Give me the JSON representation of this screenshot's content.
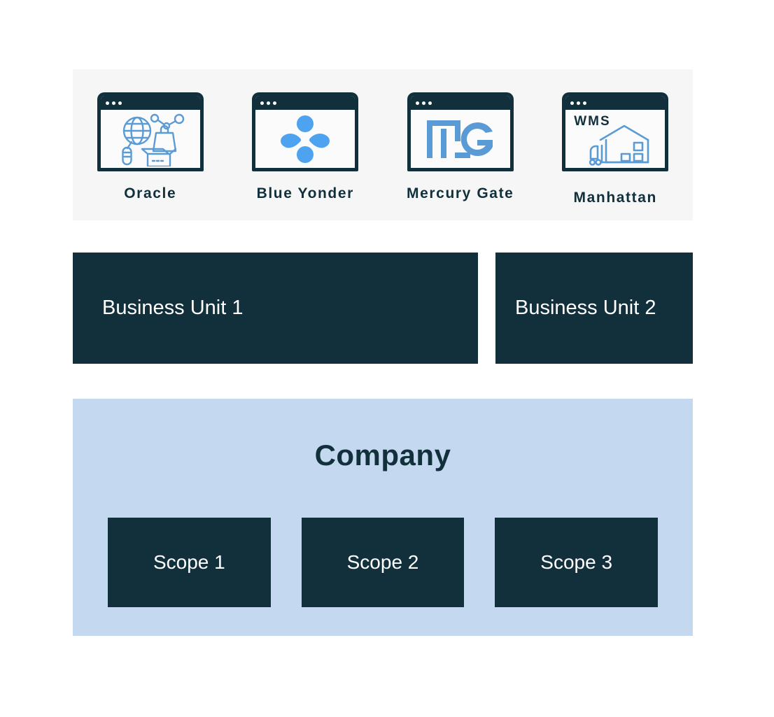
{
  "systems_panel": {
    "background_color": "#f6f6f6",
    "items": [
      {
        "label": "Oracle",
        "icon": "oracle-supply-chain-icon",
        "icon_color": "#5b9bd5"
      },
      {
        "label": "Blue Yonder",
        "icon": "blue-yonder-pinwheel-icon",
        "icon_color": "#4da3f0"
      },
      {
        "label": "Mercury Gate",
        "icon": "mercurygate-mg-monogram-icon",
        "icon_color": "#5b9bd5"
      },
      {
        "label": "Manhattan",
        "icon": "warehouse-forklift-icon",
        "icon_color": "#5b9bd5",
        "badge_text": "WMS"
      }
    ]
  },
  "business_units": {
    "box_color": "#122f3c",
    "items": [
      {
        "label": "Business Unit 1"
      },
      {
        "label": "Business Unit 2"
      }
    ]
  },
  "company": {
    "title": "Company",
    "panel_color": "#c4d8f0",
    "title_color": "#122f3c",
    "scopes": [
      {
        "label": "Scope 1"
      },
      {
        "label": "Scope 2"
      },
      {
        "label": "Scope 3"
      }
    ]
  }
}
